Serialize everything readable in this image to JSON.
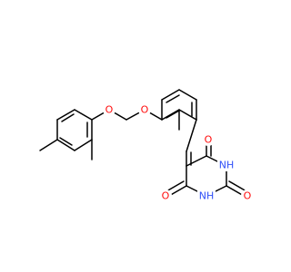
{
  "structure": {
    "atoms": {
      "o_ether_aryl": "O",
      "o_ether_benzyl": "O",
      "o_carbonyl_top": "O",
      "o_carbonyl_right": "O",
      "o_carbonyl_bottom": "O",
      "n_top": "NH",
      "n_bottom": "NH"
    },
    "colors": {
      "bond": "#000000",
      "oxygen": "#ff0d0d",
      "nitrogen": "#3050f8",
      "background": "#ffffff"
    }
  }
}
